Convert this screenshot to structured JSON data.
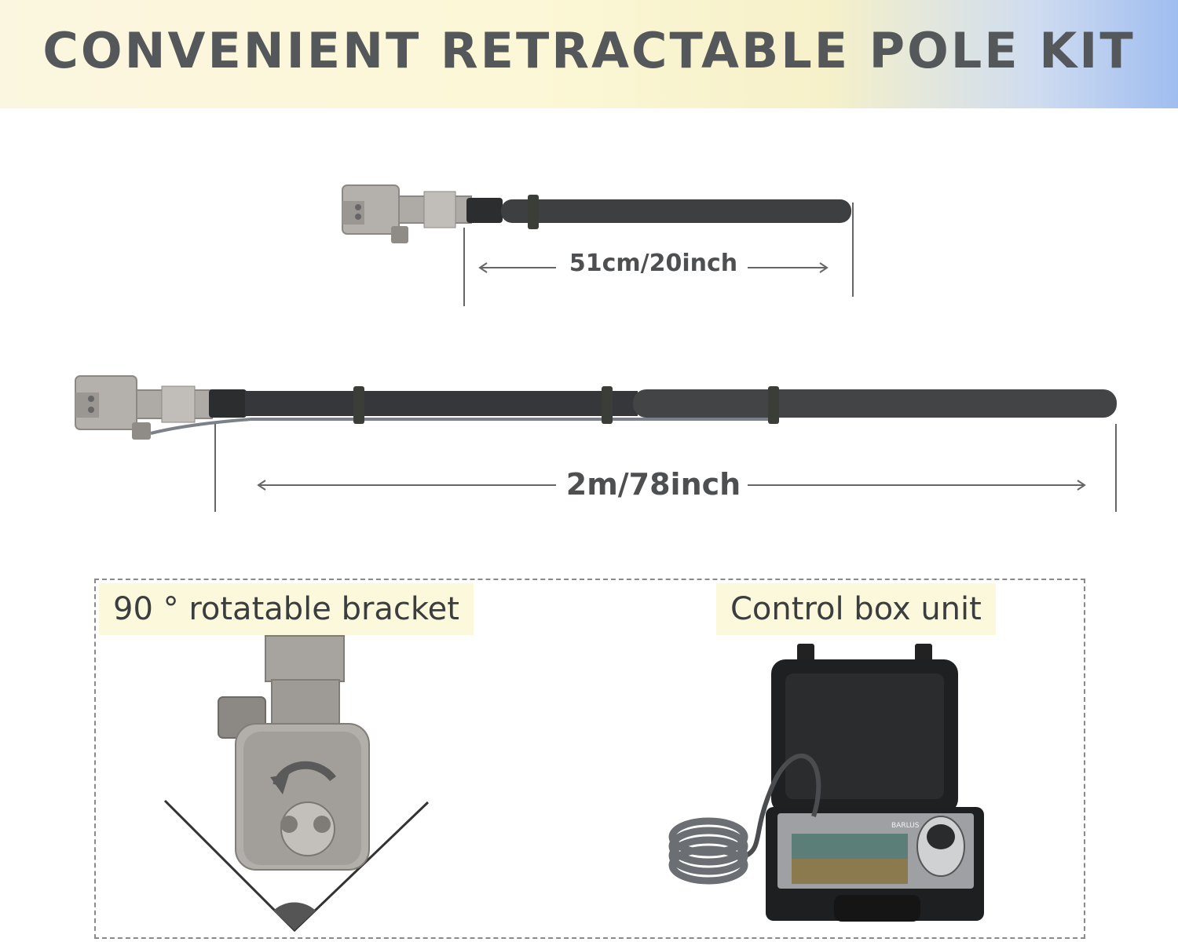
{
  "header": {
    "title": "CONVENIENT RETRACTABLE POLE KIT"
  },
  "dimensions": {
    "short": "51cm/20inch",
    "long": "2m/78inch"
  },
  "callouts": {
    "bracket": "90 ° rotatable bracket",
    "control_box": "Control box unit"
  },
  "brand": {
    "control_box_logo": "BARLUS"
  },
  "colors": {
    "banner_yellow": "#fcf7d6",
    "banner_blue": "#9fbdf0",
    "title_gray": "#55585a",
    "pole_dark": "#3e3f41",
    "metal": "#a9a6a1"
  }
}
